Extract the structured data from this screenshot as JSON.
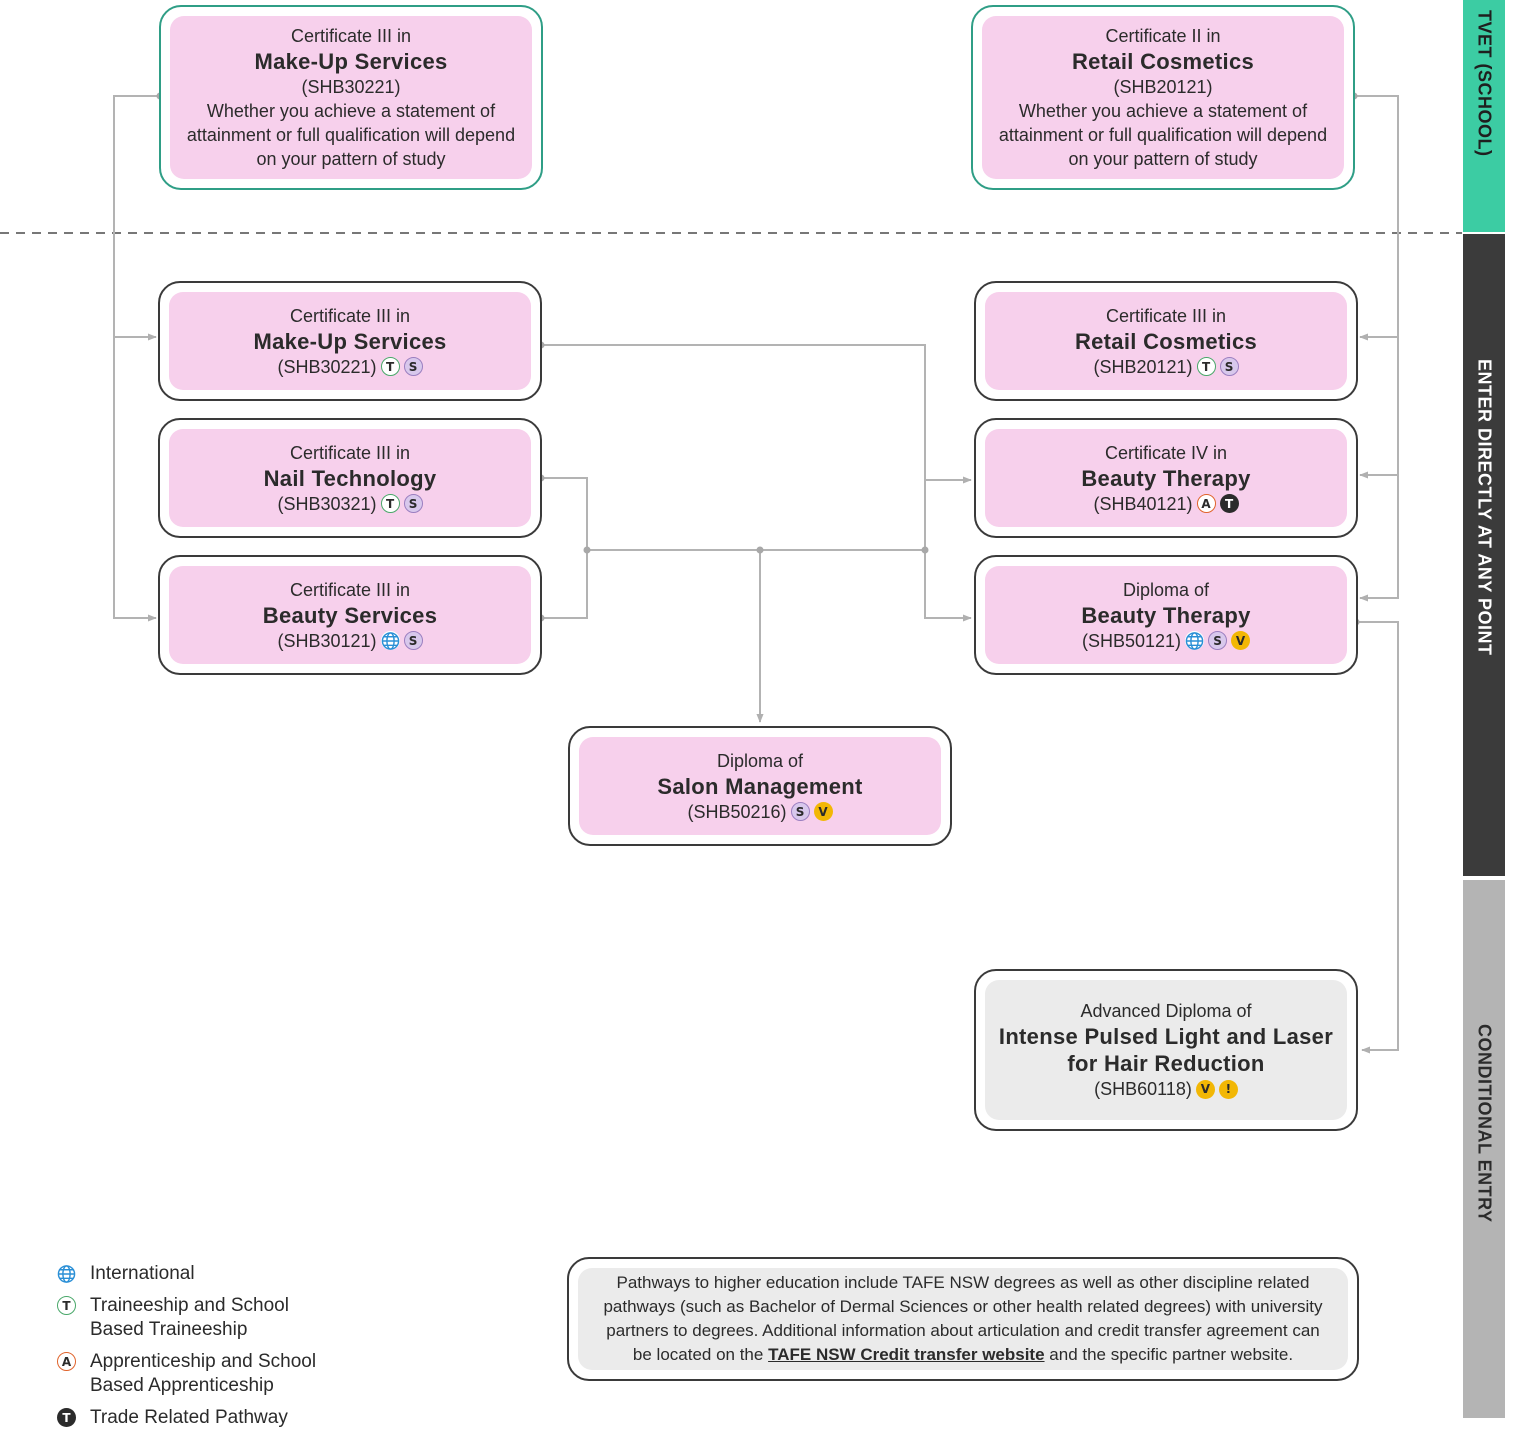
{
  "sidebar": {
    "tvet": "TVET (SCHOOL)",
    "enter": "ENTER DIRECTLY AT ANY POINT",
    "conditional": "CONDITIONAL ENTRY"
  },
  "cards": {
    "tvet_makeup": {
      "pre": "Certificate III in",
      "title": "Make-Up Services",
      "code": "(SHB30221)",
      "note": "Whether you achieve a statement of attainment or full qualification will depend on your pattern of study"
    },
    "tvet_retail": {
      "pre": "Certificate II in",
      "title": "Retail Cosmetics",
      "code": "(SHB20121)",
      "note": "Whether you achieve a statement of attainment or full qualification will depend on your pattern of study"
    },
    "makeup": {
      "pre": "Certificate III in",
      "title": "Make-Up Services",
      "code": "(SHB30221)",
      "badges": [
        "T",
        "S"
      ]
    },
    "nail": {
      "pre": "Certificate III in",
      "title": "Nail Technology",
      "code": "(SHB30321)",
      "badges": [
        "T",
        "S"
      ]
    },
    "beauty_services": {
      "pre": "Certificate III in",
      "title": "Beauty Services",
      "code": "(SHB30121)",
      "badges": [
        "international",
        "S"
      ]
    },
    "retail": {
      "pre": "Certificate III in",
      "title": "Retail Cosmetics",
      "code": "(SHB20121)",
      "badges": [
        "T",
        "S"
      ]
    },
    "cert4": {
      "pre": "Certificate IV in",
      "title": "Beauty Therapy",
      "code": "(SHB40121)",
      "badges": [
        "A",
        "trade"
      ]
    },
    "diploma_bt": {
      "pre": "Diploma of",
      "title": "Beauty Therapy",
      "code": "(SHB50121)",
      "badges": [
        "international",
        "S",
        "V"
      ]
    },
    "salon": {
      "pre": "Diploma of",
      "title": "Salon Management",
      "code": "(SHB50216)",
      "badges": [
        "S",
        "V"
      ]
    },
    "advanced": {
      "pre": "Advanced Diploma of",
      "title": "Intense Pulsed Light and Laser for Hair Reduction",
      "code": "(SHB60118)",
      "badges": [
        "V",
        "!"
      ]
    }
  },
  "badge_letters": {
    "T": "T",
    "S": "S",
    "A": "A",
    "trade": "T",
    "V": "V",
    "!": "!"
  },
  "icons": {
    "international": "globe-icon"
  },
  "colors": {
    "card_fill": "#f7d0ec",
    "tvet_border": "#2f9e86",
    "tvet_sidebar": "#3ccca3",
    "enter_sidebar": "#3b3b3b",
    "conditional_sidebar": "#b4b4b4",
    "vet_badge": "#f2b705"
  },
  "legend": [
    {
      "icon": "international",
      "label": "International"
    },
    {
      "icon": "T",
      "label": "Traineeship and School Based Traineeship"
    },
    {
      "icon": "A",
      "label": "Apprenticeship and School Based Apprenticeship"
    },
    {
      "icon": "trade",
      "label": "Trade Related Pathway"
    }
  ],
  "footer": {
    "text_before": "Pathways to higher education include TAFE NSW degrees as well as other discipline related pathways (such as Bachelor of Dermal Sciences or other health related degrees) with university partners to degrees. Additional information about articulation and credit transfer agreement can be located on the",
    "link": "TAFE NSW Credit transfer website",
    "text_after": "and the specific partner website."
  }
}
